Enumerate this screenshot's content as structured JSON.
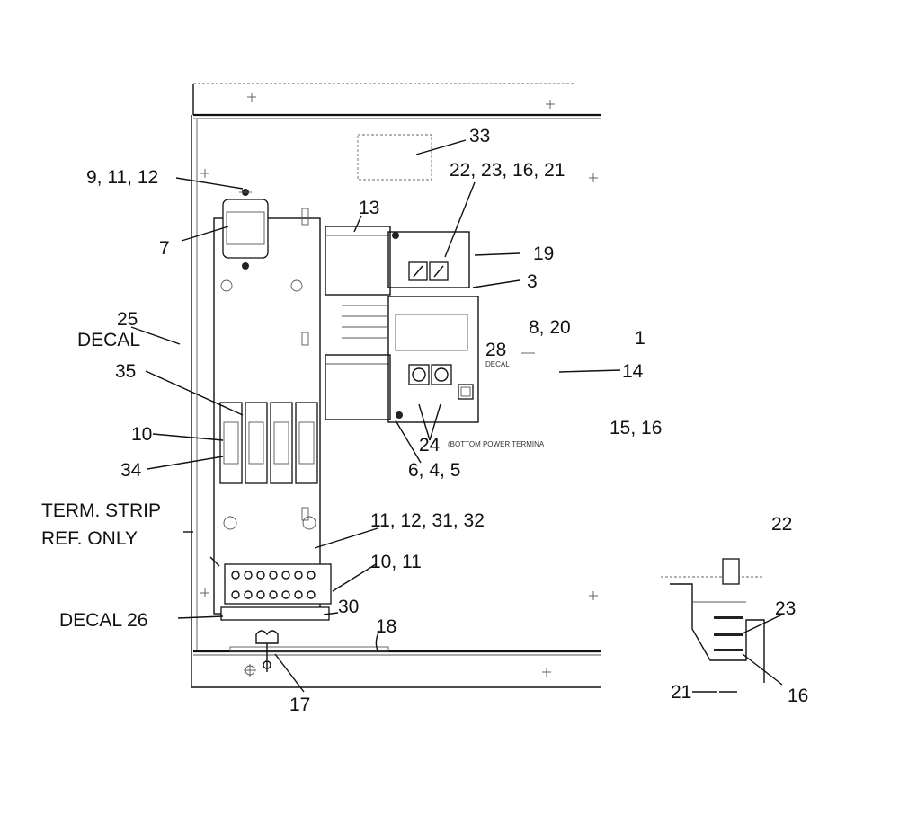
{
  "callouts": {
    "c33": "33",
    "c9_11_12": "9, 11, 12",
    "c22_23_16_21": "22, 23, 16, 21",
    "c13": "13",
    "c7": "7",
    "c19": "19",
    "c3": "3",
    "c25": "25",
    "decal_top": "DECAL",
    "c8_20": "8, 20",
    "c1": "1",
    "c28": "28",
    "c35": "35",
    "c14": "14",
    "c15_16": "15, 16",
    "c10": "10",
    "c24": "24",
    "c34": "34",
    "c6_4_5": "6, 4, 5",
    "term_strip": "TERM.  STRIP",
    "ref_only": "REF. ONLY",
    "c11_12_31_32": "11, 12, 31, 32",
    "c22": "22",
    "c10_11": "10, 11",
    "c30": "30",
    "decal_26": "DECAL  26",
    "c18": "18",
    "c23": "23",
    "c17": "17",
    "c21": "21",
    "c16": "16"
  },
  "small_text": {
    "bottom_power_terminal": "(BOTTOM POWER TERMINA",
    "decal_small": "DECAL"
  }
}
